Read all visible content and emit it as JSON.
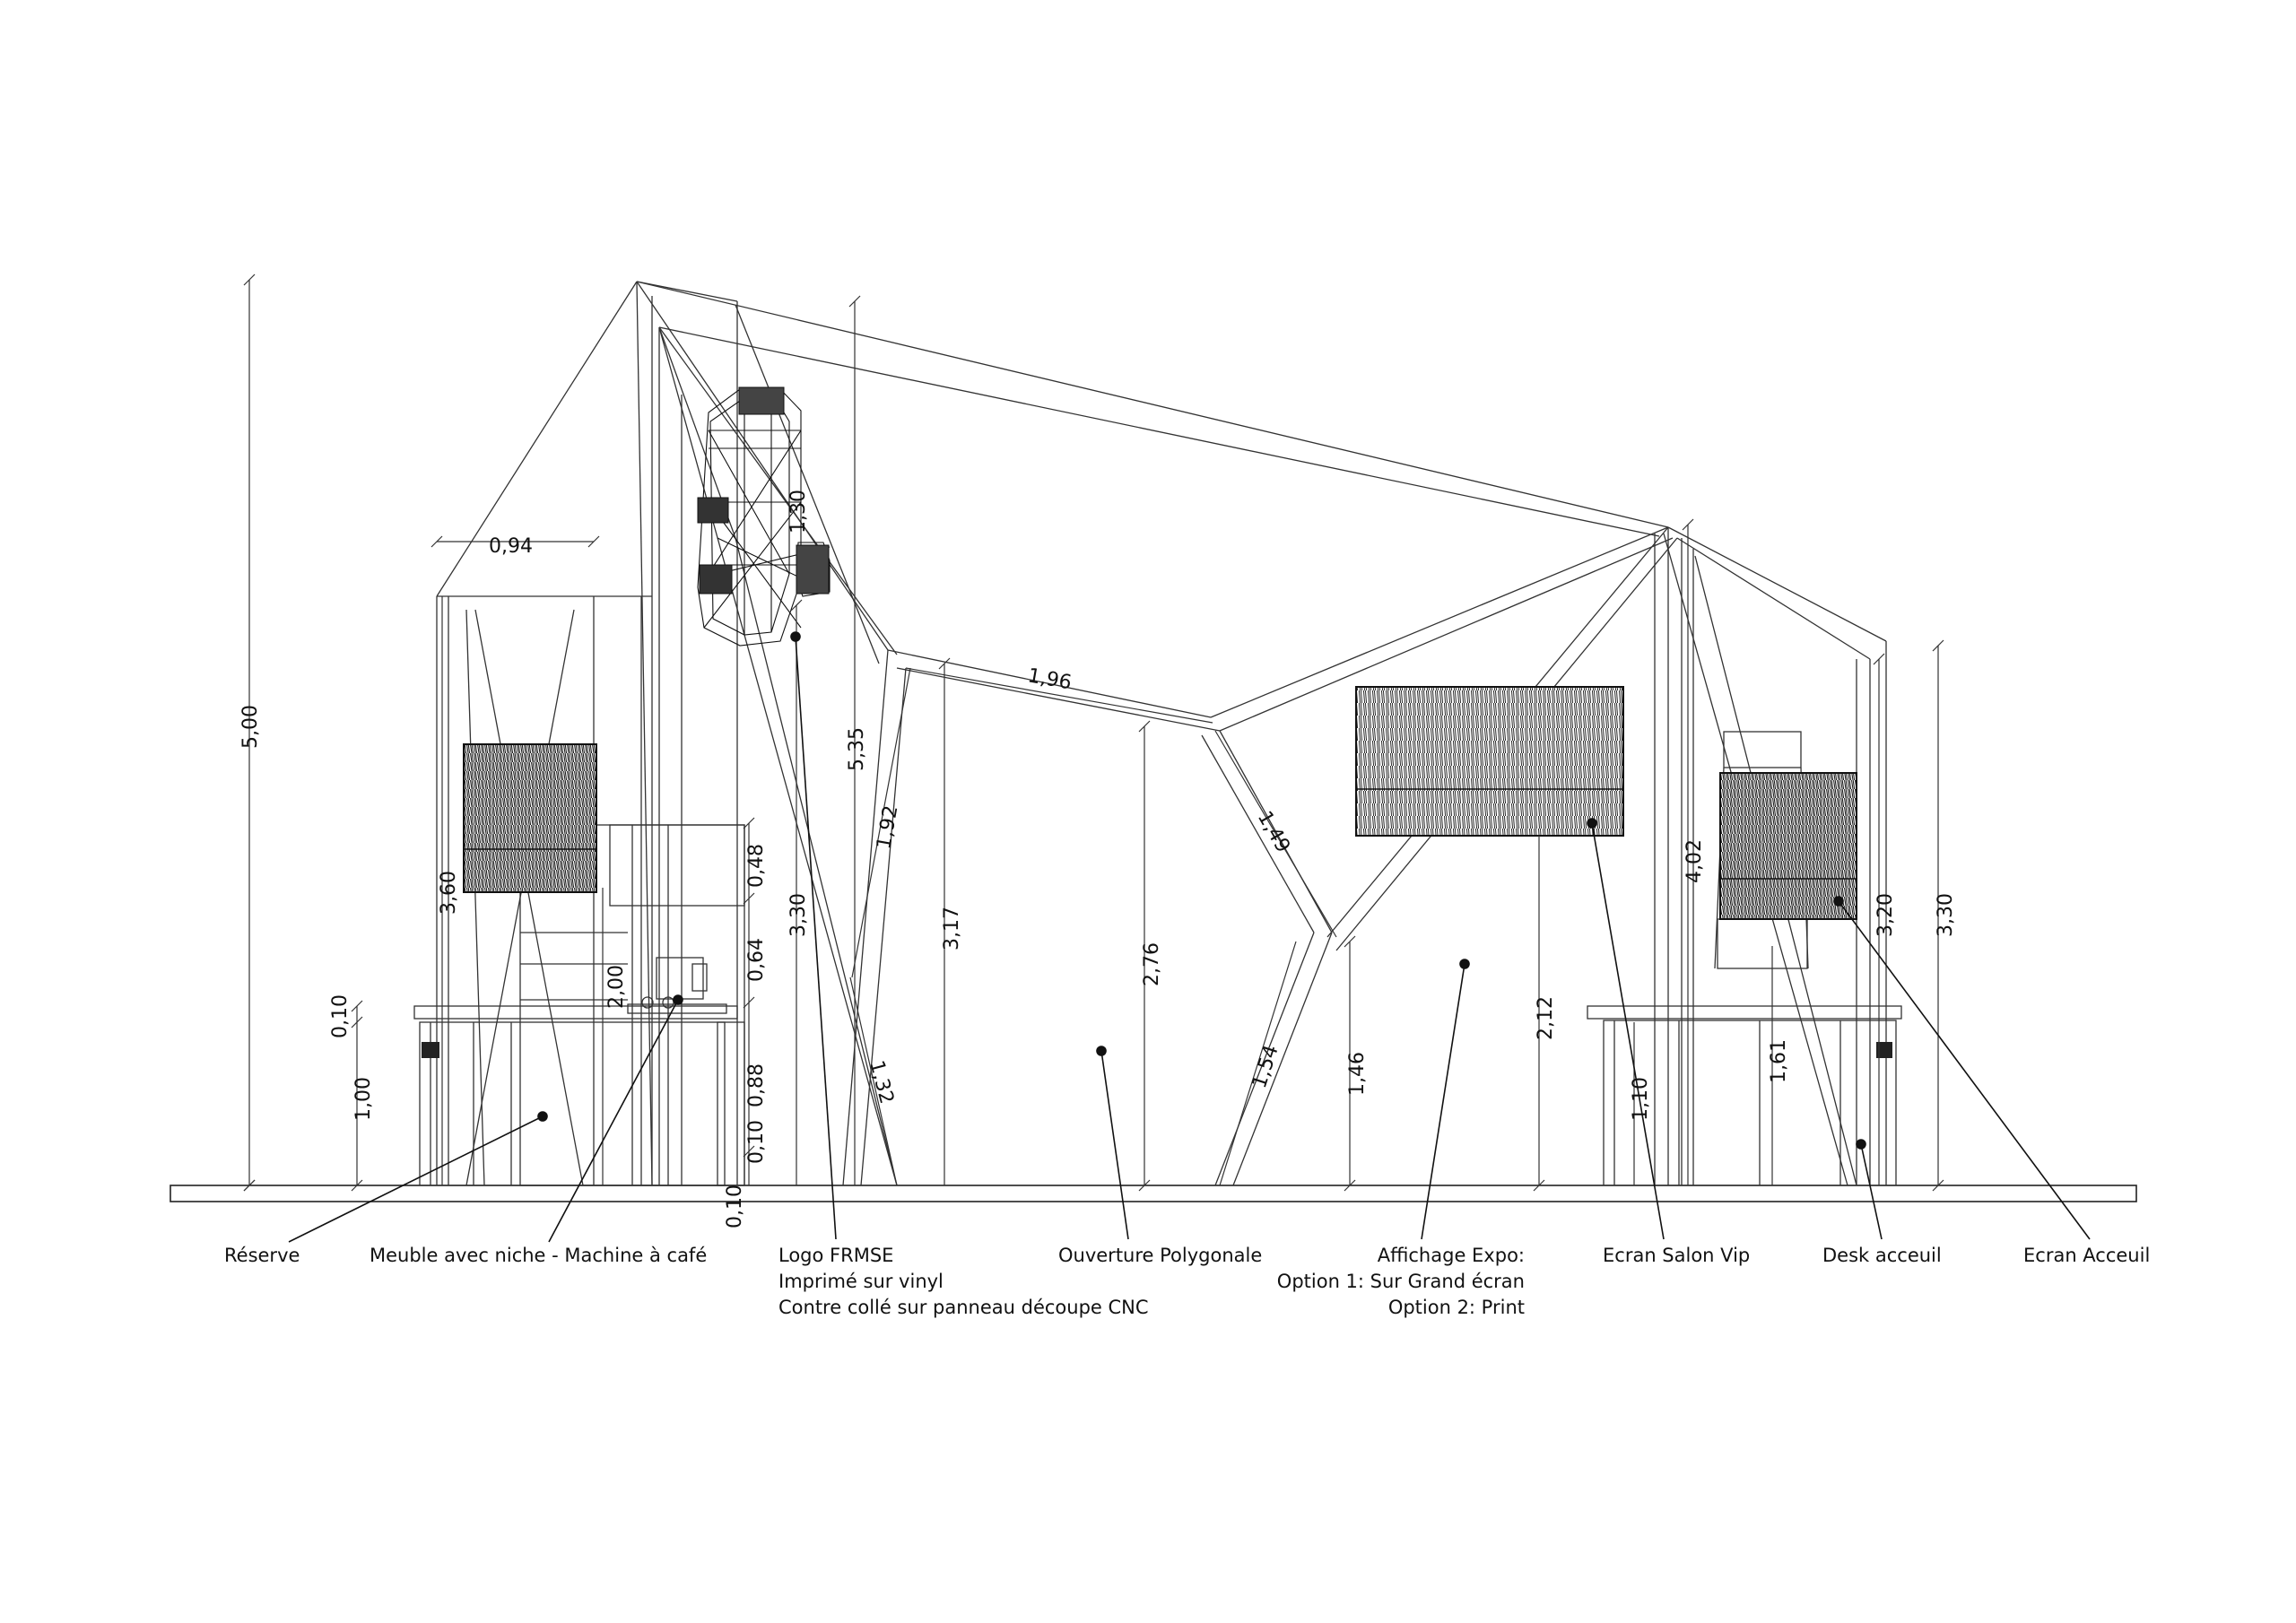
{
  "dimensions": {
    "d500": "5,00",
    "d094": "0,94",
    "d130": "1,30",
    "d535": "5,35",
    "d196": "1,96",
    "d192": "1,92",
    "d149": "1,49",
    "d360": "3,60",
    "d048": "0,48",
    "d330a": "3,30",
    "d064": "0,64",
    "d317": "3,17",
    "d276": "2,76",
    "d200": "2,00",
    "d010a": "0,10",
    "d100": "1,00",
    "d088": "0,88",
    "d132": "1,32",
    "d154": "1,54",
    "d146": "1,46",
    "d212": "2,12",
    "d402": "4,02",
    "d320": "3,20",
    "d330b": "3,30",
    "d161": "1,61",
    "d110": "1,10",
    "d010b": "0,10",
    "d010c": "0,10"
  },
  "labels": {
    "reserve": "Réserve",
    "meuble": "Meuble avec niche - Machine à café",
    "logo_line1": "Logo FRMSE",
    "logo_line2": "Imprimé sur vinyl",
    "logo_line3": "Contre collé sur panneau découpe CNC",
    "ouverture": "Ouverture Polygonale",
    "affichage_line1": "Affichage Expo:",
    "affichage_line2": "Option 1: Sur Grand écran",
    "affichage_line3": "Option 2: Print",
    "ecran_salon": "Ecran Salon Vip",
    "desk": "Desk acceuil",
    "ecran_accueil": "Ecran Acceuil"
  }
}
